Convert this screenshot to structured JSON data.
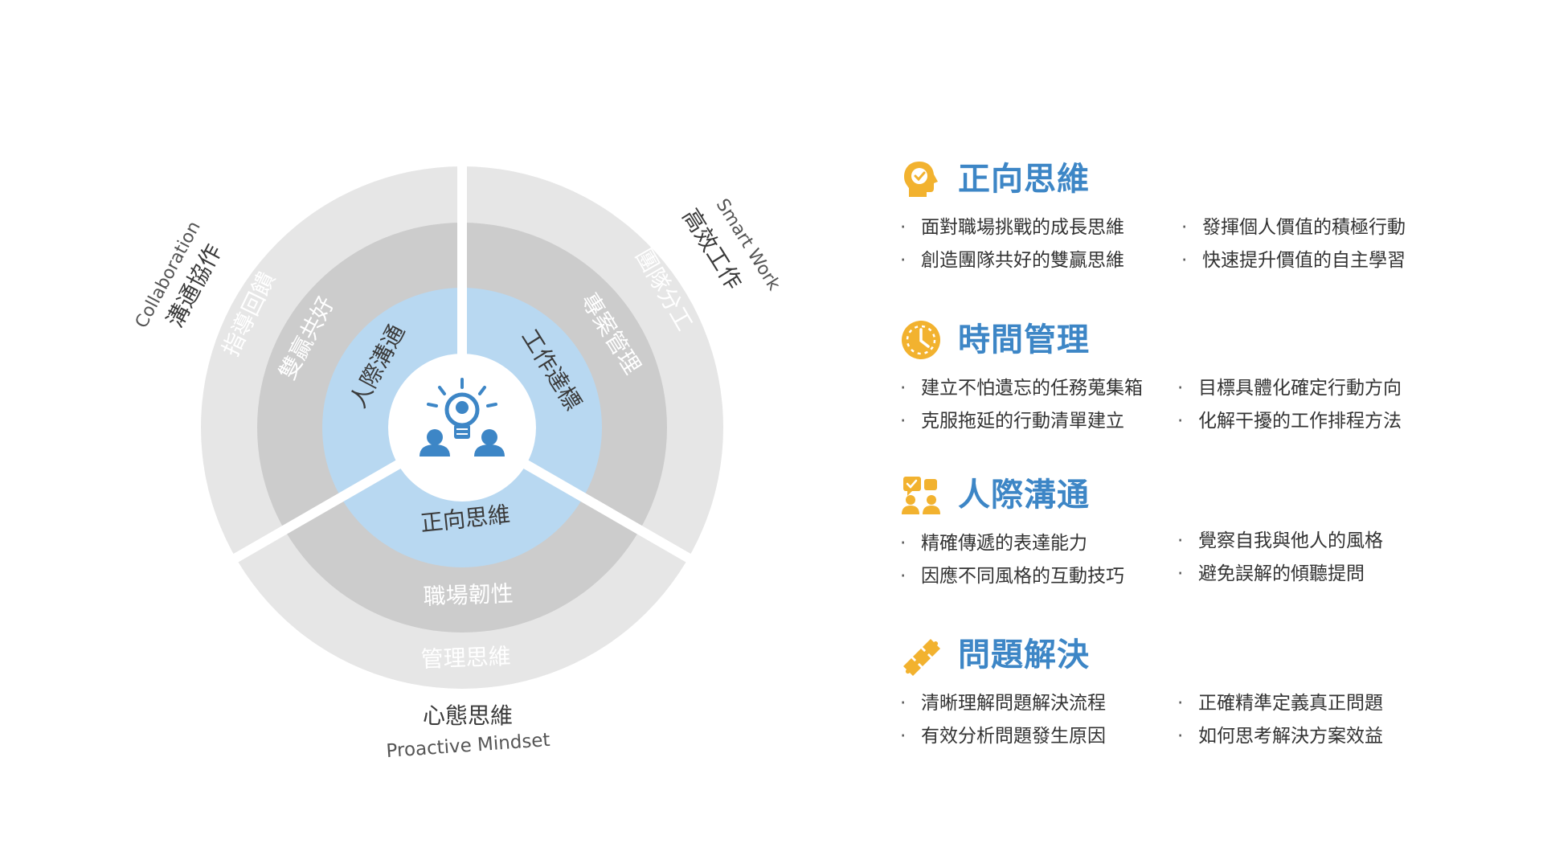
{
  "wheel": {
    "center_icon": "idea-team-icon",
    "inner_ring": {
      "left": "人際溝通",
      "right": "工作達標",
      "bottom": "正向思維"
    },
    "middle_ring": {
      "left": "雙贏共好",
      "right": "專案管理",
      "bottom": "職場韌性"
    },
    "outer_ring": {
      "left": "指導回饋",
      "right": "團隊分工",
      "bottom": "管理思維"
    },
    "outside_labels": {
      "left": {
        "zh": "溝通協作",
        "en": "Collaboration"
      },
      "right": {
        "zh": "高效工作",
        "en": "Smart Work"
      },
      "bottom": {
        "zh": "心態思維",
        "en": "Proactive Mindset"
      }
    },
    "colors": {
      "center": "#ffffff",
      "inner": "#b8d8f1",
      "middle": "#cccccc",
      "outer": "#e6e6e6",
      "dark_text": "#3a3a3a",
      "light_text": "#ffffff",
      "icon": "#3d86c6"
    }
  },
  "sections": [
    {
      "title": "正向思維",
      "icon": "head-check-icon",
      "bullets": [
        "面對職場挑戰的成長思維",
        "發揮個人價值的積極行動",
        "創造團隊共好的雙贏思維",
        "快速提升價值的自主學習"
      ]
    },
    {
      "title": "時間管理",
      "icon": "clock-icon",
      "bullets": [
        "建立不怕遺忘的任務蒐集箱",
        "目標具體化確定行動方向",
        "克服拖延的行動清單建立",
        "化解干擾的工作排程方法"
      ]
    },
    {
      "title": "人際溝通",
      "icon": "people-chat-icon",
      "bullets": [
        "精確傳遞的表達能力",
        "覺察自我與他人的風格",
        "因應不同風格的互動技巧",
        "避免誤解的傾聽提問"
      ]
    },
    {
      "title": "問題解決",
      "icon": "puzzle-icon",
      "bullets": [
        "清晰理解問題解決流程",
        "正確精準定義真正問題",
        "有效分析問題發生原因",
        "如何思考解決方案效益"
      ]
    }
  ],
  "theme": {
    "title_color": "#3d86c6",
    "icon_color": "#f2b22f"
  }
}
